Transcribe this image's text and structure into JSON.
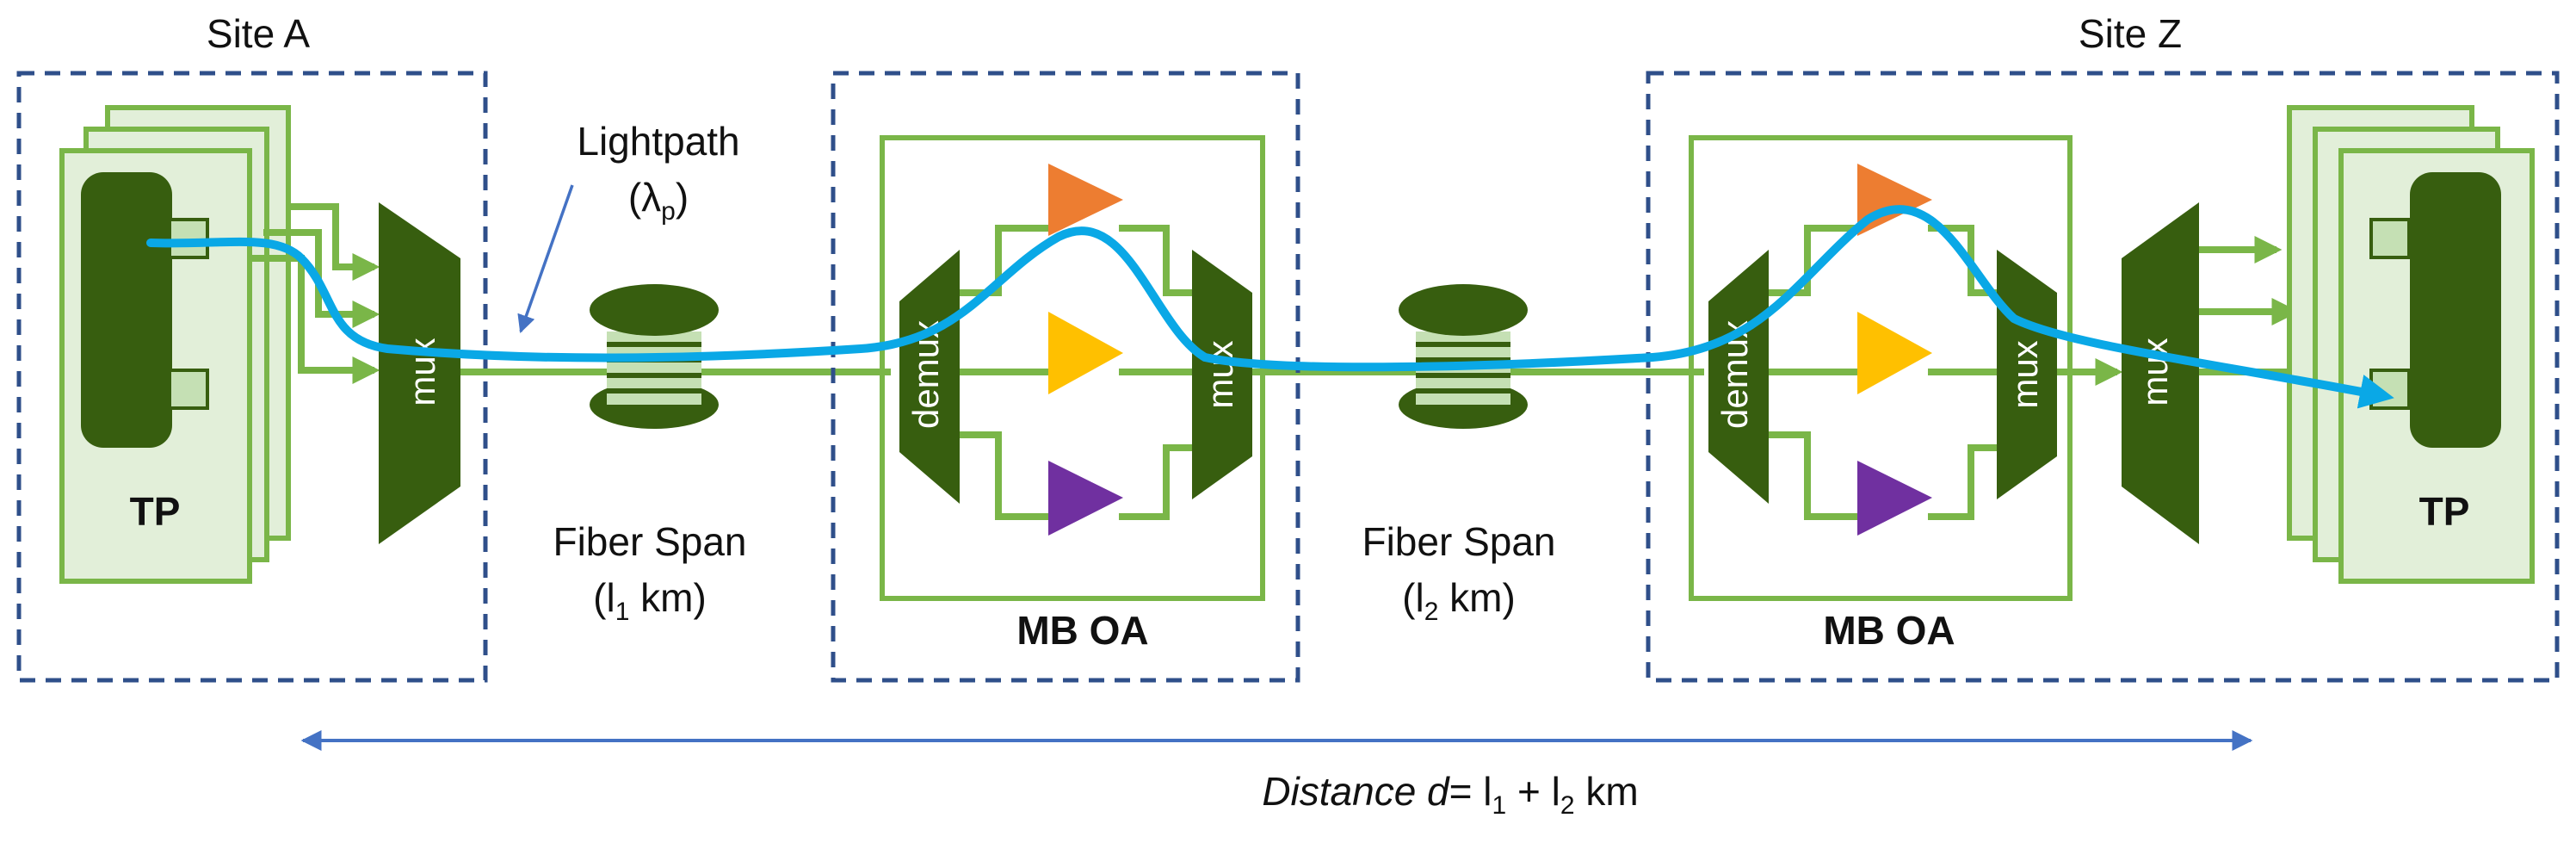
{
  "labels": {
    "site_a": "Site A",
    "site_z": "Site Z",
    "lightpath": "Lightpath",
    "lambda": "(λ",
    "lambda_sub": "p",
    "lambda_close": ")",
    "fiber_span": "Fiber Span",
    "span1_open": "(l",
    "span1_sub": "1",
    "span2_sub": "2",
    "span_unit": " km)",
    "mb_oa": "MB OA",
    "tp": "TP",
    "mux": "mux",
    "demux": "demux",
    "distance_prefix": "Distance d",
    "distance_eq": "= l",
    "distance_plus": " + l",
    "distance_unit": " km"
  },
  "colors": {
    "dark_green": "#375e0f",
    "light_green": "#7ab648",
    "pale_green": "#e2efd9",
    "mid_green": "#c5e0b4",
    "site_border": "#2f4f8a",
    "lightpath": "#0aa8e6",
    "arrow_blue": "#4472c4",
    "amp_orange": "#ed7d31",
    "amp_yellow": "#ffc000",
    "amp_purple": "#7030a0"
  },
  "icons": {
    "fiber_spool": "fiber-spool-icon",
    "amplifier": "amplifier-triangle-icon",
    "transponder": "transponder-card-icon"
  }
}
